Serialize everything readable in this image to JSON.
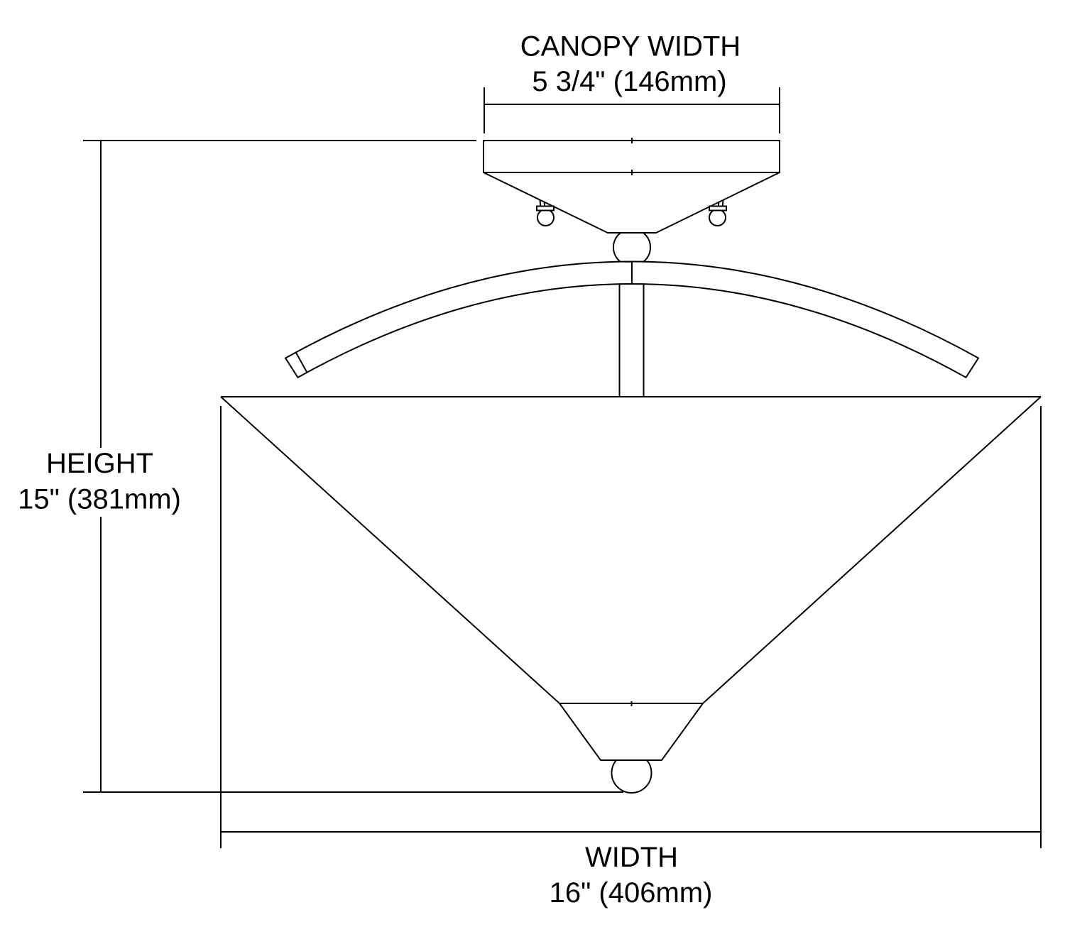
{
  "diagram": {
    "type": "technical-line-drawing",
    "subject": "semi-flush ceiling light fixture dimension diagram",
    "background_color": "#ffffff",
    "line_color": "#000000",
    "labels": {
      "canopy_width": {
        "name": "CANOPY WIDTH",
        "value": "5 3/4\" (146mm)"
      },
      "height": {
        "name": "HEIGHT",
        "value": "15\" (381mm)"
      },
      "width": {
        "name": "WIDTH",
        "value": "16\" (406mm)"
      }
    }
  }
}
